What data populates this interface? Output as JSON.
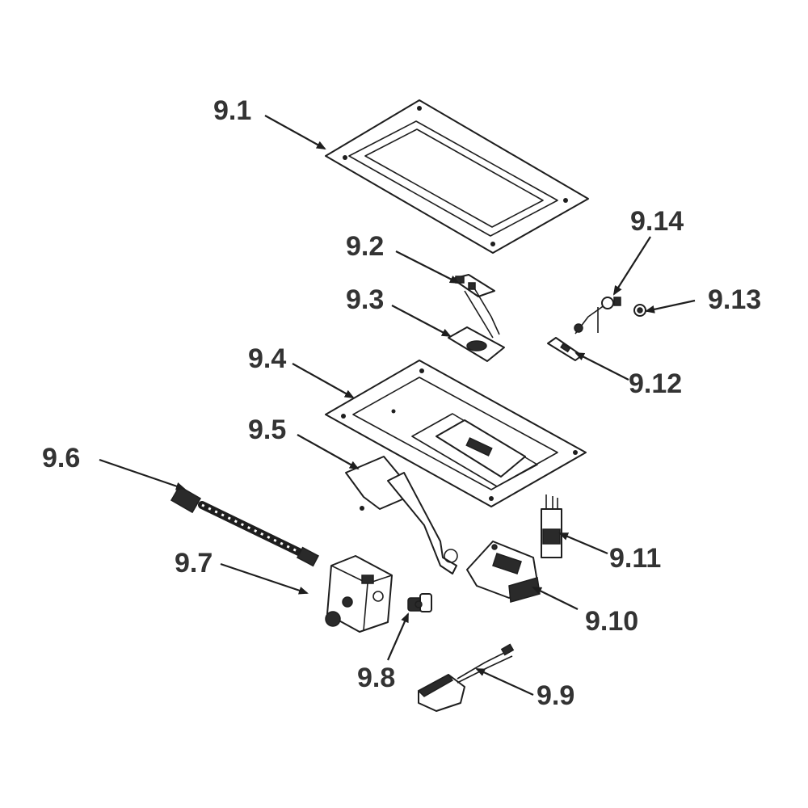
{
  "diagram": {
    "colors": {
      "ink": "#1e1e1e",
      "label": "#333333",
      "background": "#ffffff"
    },
    "callouts": [
      {
        "id": "9.1",
        "text": "9.1"
      },
      {
        "id": "9.2",
        "text": "9.2"
      },
      {
        "id": "9.3",
        "text": "9.3"
      },
      {
        "id": "9.4",
        "text": "9.4"
      },
      {
        "id": "9.5",
        "text": "9.5"
      },
      {
        "id": "9.6",
        "text": "9.6"
      },
      {
        "id": "9.7",
        "text": "9.7"
      },
      {
        "id": "9.8",
        "text": "9.8"
      },
      {
        "id": "9.9",
        "text": "9.9"
      },
      {
        "id": "9.10",
        "text": "9.10"
      },
      {
        "id": "9.11",
        "text": "9.11"
      },
      {
        "id": "9.12",
        "text": "9.12"
      },
      {
        "id": "9.13",
        "text": "9.13"
      },
      {
        "id": "9.14",
        "text": "9.14"
      }
    ]
  }
}
